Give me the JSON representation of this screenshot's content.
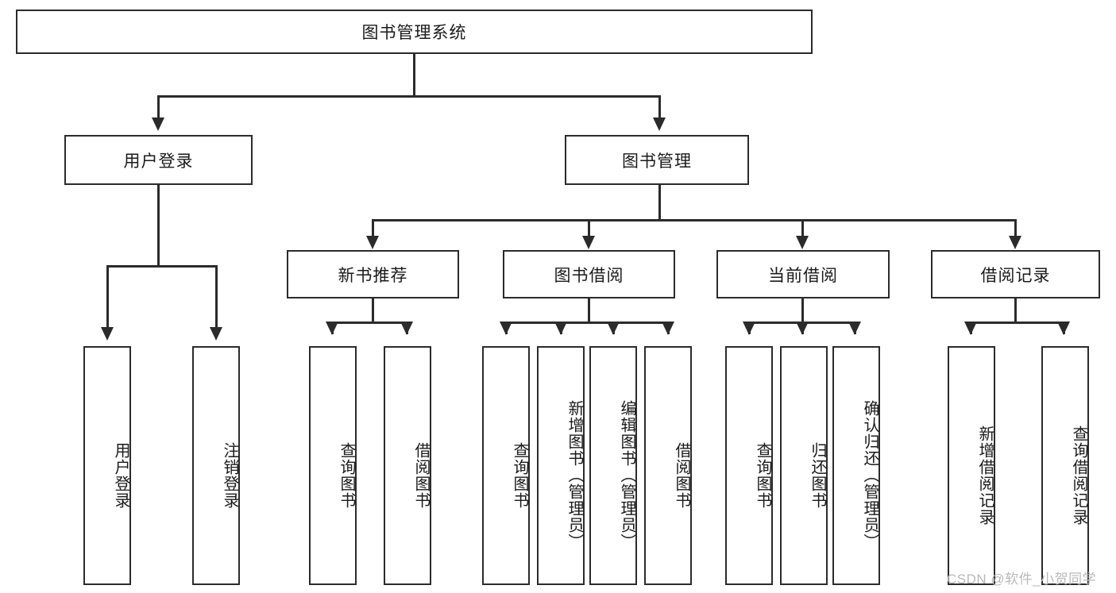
{
  "diagram": {
    "type": "tree-hierarchy-chart",
    "title_node": {
      "label": "图书管理系统"
    },
    "level2": [
      {
        "id": "user-login",
        "label": "用户登录"
      },
      {
        "id": "book-management",
        "label": "图书管理"
      }
    ],
    "level3": [
      {
        "id": "new-book-recommend",
        "label": "新书推荐",
        "parent": "book-management"
      },
      {
        "id": "book-borrow",
        "label": "图书借阅",
        "parent": "book-management"
      },
      {
        "id": "current-borrow",
        "label": "当前借阅",
        "parent": "book-management"
      },
      {
        "id": "borrow-record",
        "label": "借阅记录",
        "parent": "book-management"
      }
    ],
    "leaves": {
      "user_login": [
        {
          "label": "用户登录"
        },
        {
          "label": "注销登录"
        }
      ],
      "new_book_recommend": [
        {
          "label": "查询图书"
        },
        {
          "label": "借阅图书"
        }
      ],
      "book_borrow": [
        {
          "label": "查询图书"
        },
        {
          "label": "新增图书（管理员）"
        },
        {
          "label": "编辑图书（管理员）"
        },
        {
          "label": "借阅图书"
        }
      ],
      "current_borrow": [
        {
          "label": "查询图书"
        },
        {
          "label": "归还图书"
        },
        {
          "label": "确认归还（管理员）"
        }
      ],
      "borrow_record": [
        {
          "label": "新增借阅记录"
        },
        {
          "label": "查询借阅记录"
        }
      ]
    },
    "watermark": "CSDN @软件_小贺同学",
    "colors": {
      "stroke": "#2b2b2b",
      "background": "#ffffff",
      "text": "#1a1a1a",
      "watermark": "#b9b9b9"
    }
  }
}
